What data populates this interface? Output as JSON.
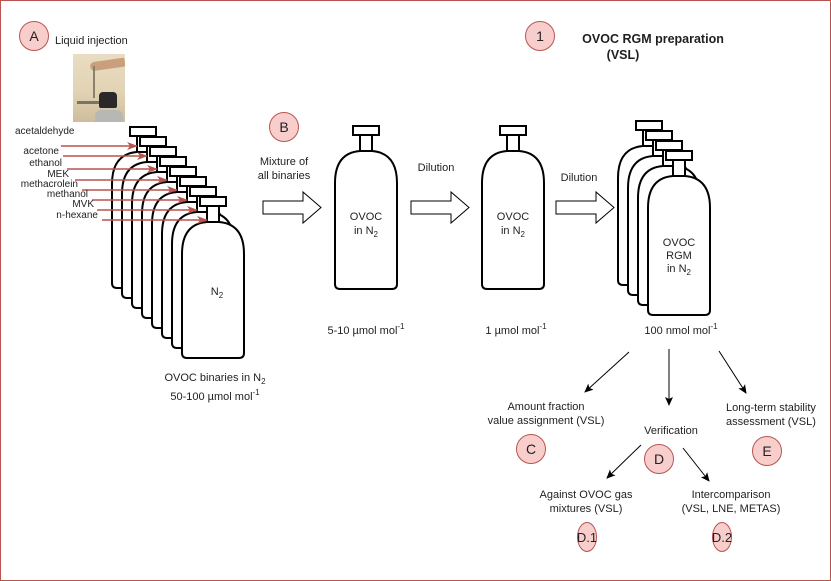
{
  "colors": {
    "border": "#b85450",
    "badge_fill": "#f8cecc",
    "badge_stroke": "#b85450",
    "arrow_red": "#b85450",
    "line": "#000000"
  },
  "header": {
    "badge": "1",
    "title_line1": "OVOC RGM preparation",
    "title_line2": "(VSL)"
  },
  "step_a": {
    "badge": "A",
    "label": "Liquid injection",
    "photo": "liquid-injection-photo",
    "compounds": [
      "acetaldehyde",
      "acetone",
      "ethanol",
      "MEK",
      "methacrolein",
      "methanol",
      "MVK",
      "n-hexane"
    ],
    "cylinder_label": "N",
    "cylinder_label_sub": "2",
    "caption_line1": "OVOC binaries in N",
    "caption_line1_sub": "2",
    "caption_line2": "50-100 µmol mol",
    "caption_line2_sup": "-1"
  },
  "step_b": {
    "badge": "B",
    "label_line1": "Mixture of",
    "label_line2": "all binaries",
    "cylinder_line1": "OVOC",
    "cylinder_line2": "in N",
    "cylinder_line2_sub": "2",
    "concentration": "5-10 µmol mol",
    "concentration_sup": "-1"
  },
  "dilution_1": {
    "label": "Dilution",
    "cylinder_line1": "OVOC",
    "cylinder_line2": "in N",
    "cylinder_line2_sub": "2",
    "concentration": "1 µmol mol",
    "concentration_sup": "-1"
  },
  "dilution_2": {
    "label": "Dilution",
    "cylinder_line1": "OVOC",
    "cylinder_line2": "RGM",
    "cylinder_line3": "in N",
    "cylinder_line3_sub": "2",
    "concentration": "100 nmol mol",
    "concentration_sup": "-1"
  },
  "step_c": {
    "badge": "C",
    "label_line1": "Amount fraction",
    "label_line2": "value assignment (VSL)"
  },
  "step_d": {
    "badge": "D",
    "label": "Verification"
  },
  "step_d1": {
    "badge": "D.1",
    "label_line1": "Against OVOC gas",
    "label_line2": "mixtures (VSL)"
  },
  "step_d2": {
    "badge": "D.2",
    "label_line1": "Intercomparison",
    "label_line2": "(VSL, LNE, METAS)"
  },
  "step_e": {
    "badge": "E",
    "label_line1": "Long-term stability",
    "label_line2": "assessment (VSL)"
  }
}
